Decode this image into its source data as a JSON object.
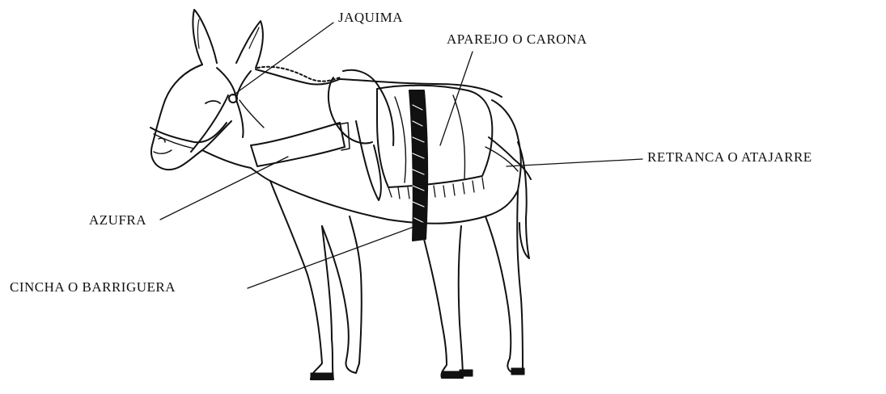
{
  "labels": {
    "jaquima": "JAQUIMA",
    "aparejo": "APAREJO O CARONA",
    "retranca": "RETRANCA O ATAJARRE",
    "azufra": "AZUFRA",
    "cincha": "CINCHA O BARRIGUERA"
  },
  "colors": {
    "ink": "#111111",
    "background": "#ffffff"
  }
}
